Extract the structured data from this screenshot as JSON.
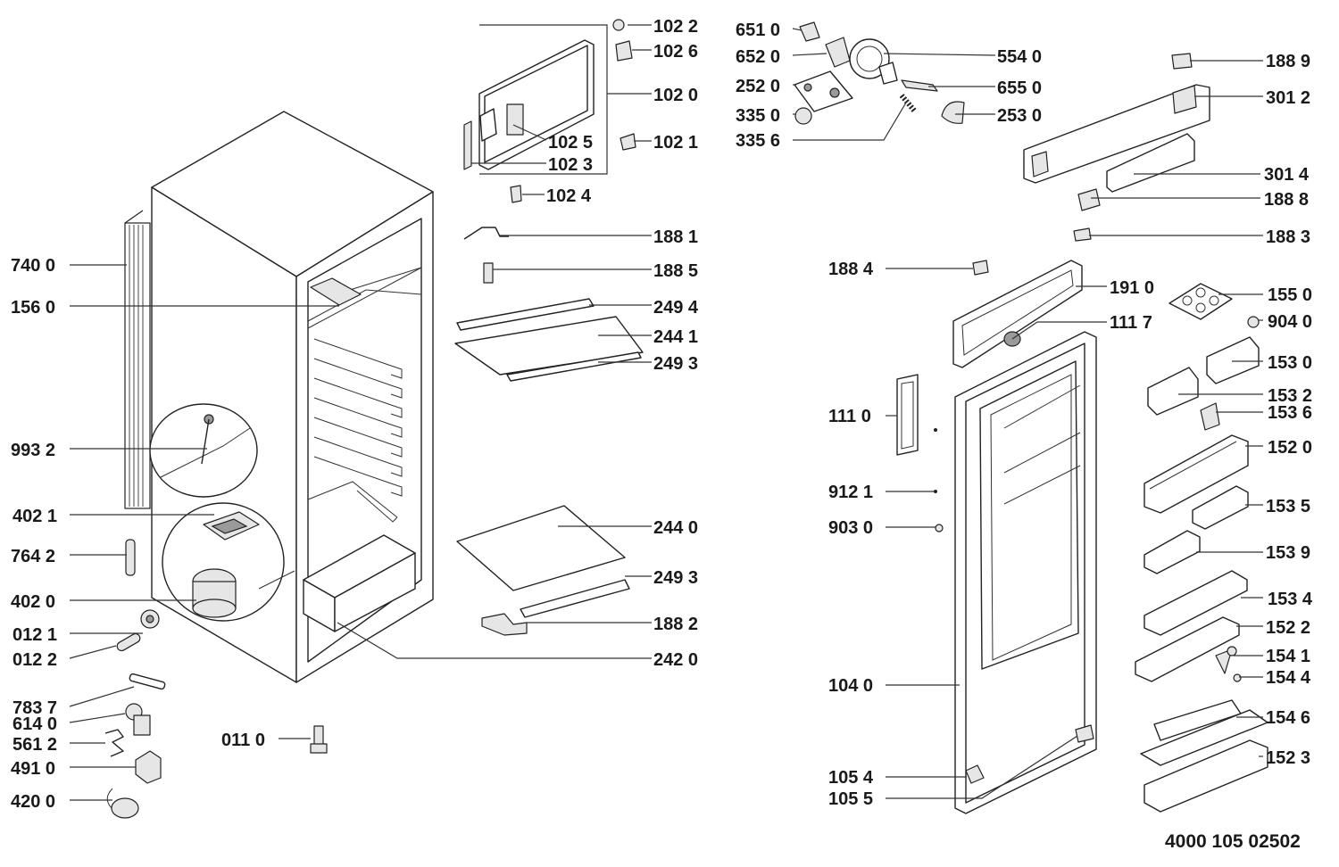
{
  "document_number": "4000 105 02502",
  "labels": {
    "l1022": "102 2",
    "l1026": "102 6",
    "l1020": "102 0",
    "l1025": "102 5",
    "l1021": "102 1",
    "l1023": "102 3",
    "l1024": "102 4",
    "l1881": "188 1",
    "l1885": "188 5",
    "l2494": "249 4",
    "l2441": "244 1",
    "l2493a": "249 3",
    "l2440": "244 0",
    "l2493b": "249 3",
    "l1882": "188 2",
    "l2420": "242 0",
    "l0110": "011 0",
    "l7400": "740 0",
    "l1560": "156 0",
    "l9932": "993 2",
    "l4021": "402 1",
    "l7642": "764 2",
    "l4020": "402 0",
    "l0121": "012 1",
    "l0122": "012 2",
    "l7837": "783 7",
    "l6140": "614 0",
    "l5612": "561 2",
    "l4910": "491 0",
    "l4200": "420 0",
    "l6510": "651 0",
    "l6520": "652 0",
    "l2520": "252 0",
    "l3350": "335 0",
    "l3356": "335 6",
    "l5540": "554 0",
    "l6550": "655 0",
    "l2530": "253 0",
    "l1889": "188 9",
    "l3012": "301 2",
    "l3014": "301 4",
    "l1888": "188 8",
    "l1883": "188 3",
    "l1884": "188 4",
    "l1910": "191 0",
    "l1117": "111 7",
    "l1110": "111 0",
    "l9121": "912 1",
    "l9030": "903 0",
    "l1040": "104 0",
    "l1054": "105 4",
    "l1055": "105 5",
    "l1550": "155 0",
    "l9040": "904 0",
    "l1530": "153 0",
    "l1532": "153 2",
    "l1536": "153 6",
    "l1520": "152 0",
    "l1535": "153 5",
    "l1539": "153 9",
    "l1534": "153 4",
    "l1522": "152 2",
    "l1541": "154 1",
    "l1544": "154 4",
    "l1546": "154 6",
    "l1523": "152 3"
  }
}
